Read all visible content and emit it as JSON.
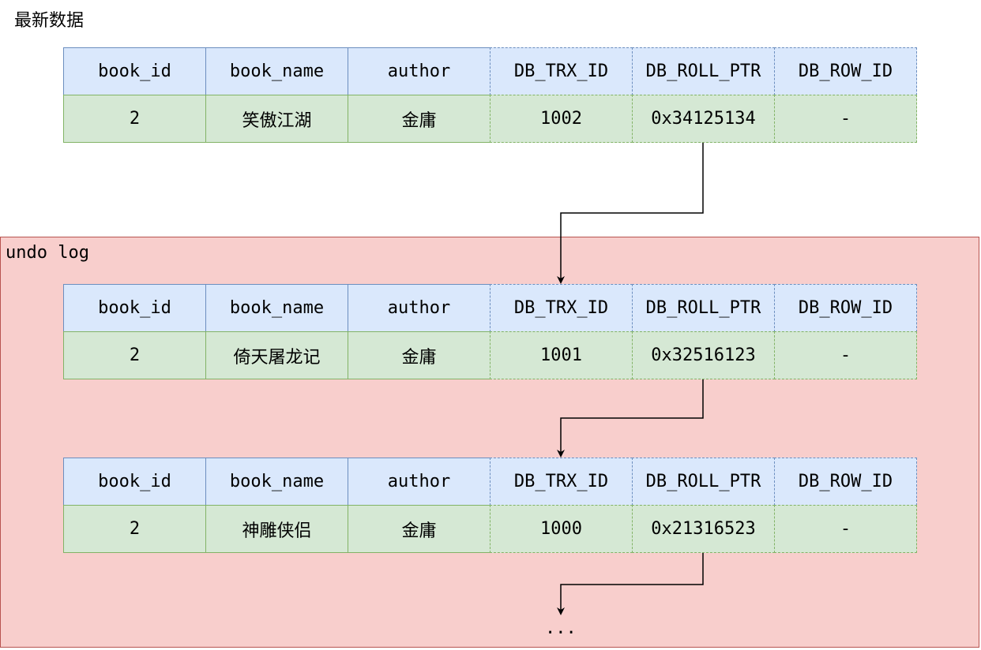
{
  "title": "最新数据",
  "undo_label": "undo log",
  "headers": [
    "book_id",
    "book_name",
    "author",
    "DB_TRX_ID",
    "DB_ROLL_PTR",
    "DB_ROW_ID"
  ],
  "records": [
    {
      "book_id": "2",
      "book_name": "笑傲江湖",
      "author": "金庸",
      "trx_id": "1002",
      "roll_ptr": "0x34125134",
      "row_id": "-"
    },
    {
      "book_id": "2",
      "book_name": "倚天屠龙记",
      "author": "金庸",
      "trx_id": "1001",
      "roll_ptr": "0x32516123",
      "row_id": "-"
    },
    {
      "book_id": "2",
      "book_name": "神雕侠侣",
      "author": "金庸",
      "trx_id": "1000",
      "roll_ptr": "0x21316523",
      "row_id": "-"
    }
  ],
  "ellipsis": "...",
  "colors": {
    "header_fill": "#dae8fc",
    "header_border": "#6c8ebf",
    "row_fill": "#d5e8d4",
    "row_border": "#82b366",
    "undo_fill": "#f8cecc",
    "undo_border": "#b85450"
  }
}
